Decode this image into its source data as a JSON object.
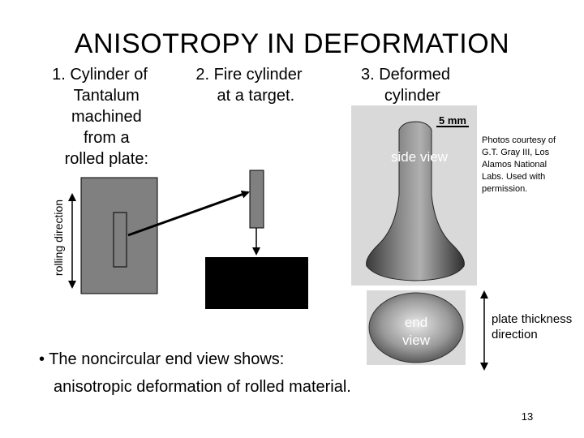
{
  "title": "ANISOTROPY IN DEFORMATION",
  "steps": [
    {
      "label": "1. Cylinder of\n   Tantalum\n   machined\n   from a\n   rolled plate:"
    },
    {
      "label": "2. Fire cylinder\n   at a target."
    },
    {
      "label": "3. Deformed\n   cylinder"
    }
  ],
  "rolling_direction_label": "rolling direction",
  "side_view_label": "side view",
  "scale_label": "5 mm",
  "end_view_label": "end\nview",
  "credits": "Photos courtesy of G.T. Gray III, Los Alamos National Labs. Used with permission.",
  "plate_thickness_label": "plate thickness direction",
  "bullet": "• The noncircular end view shows:",
  "bullet_detail": "anisotropic deformation of rolled material.",
  "page_number": "13",
  "colors": {
    "plate": "#808080",
    "cylinder": "#808080",
    "target": "#000000",
    "photo_bg": "#d9d9d9"
  }
}
